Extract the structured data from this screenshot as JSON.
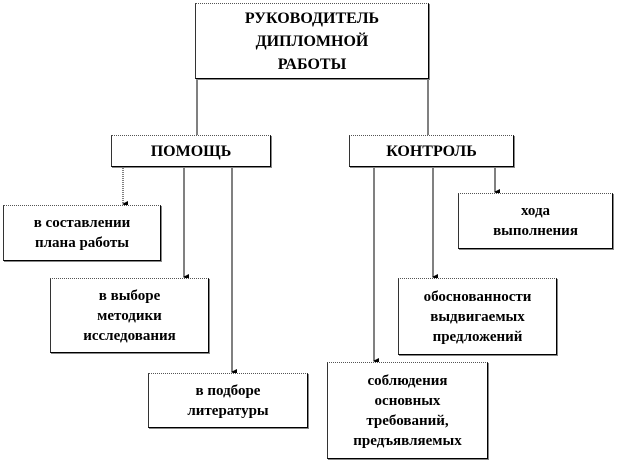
{
  "root": {
    "lines": [
      "РУКОВОДИТЕЛЬ",
      "ДИПЛОМНОЙ",
      "РАБОТЫ"
    ]
  },
  "help": {
    "label": "ПОМОЩЬ",
    "items": [
      {
        "lines": [
          "в составлении",
          "плана работы"
        ]
      },
      {
        "lines": [
          "в выборе",
          "методики",
          "исследования"
        ]
      },
      {
        "lines": [
          "в подборе",
          "литературы"
        ]
      }
    ]
  },
  "control": {
    "label": "КОНТРОЛЬ",
    "items": [
      {
        "lines": [
          "хода",
          "выполнения"
        ]
      },
      {
        "lines": [
          "обоснованности",
          "выдвигаемых",
          "предложений"
        ]
      },
      {
        "lines": [
          "соблюдения",
          "основных",
          "требований,",
          "предъявляемых"
        ]
      }
    ]
  }
}
